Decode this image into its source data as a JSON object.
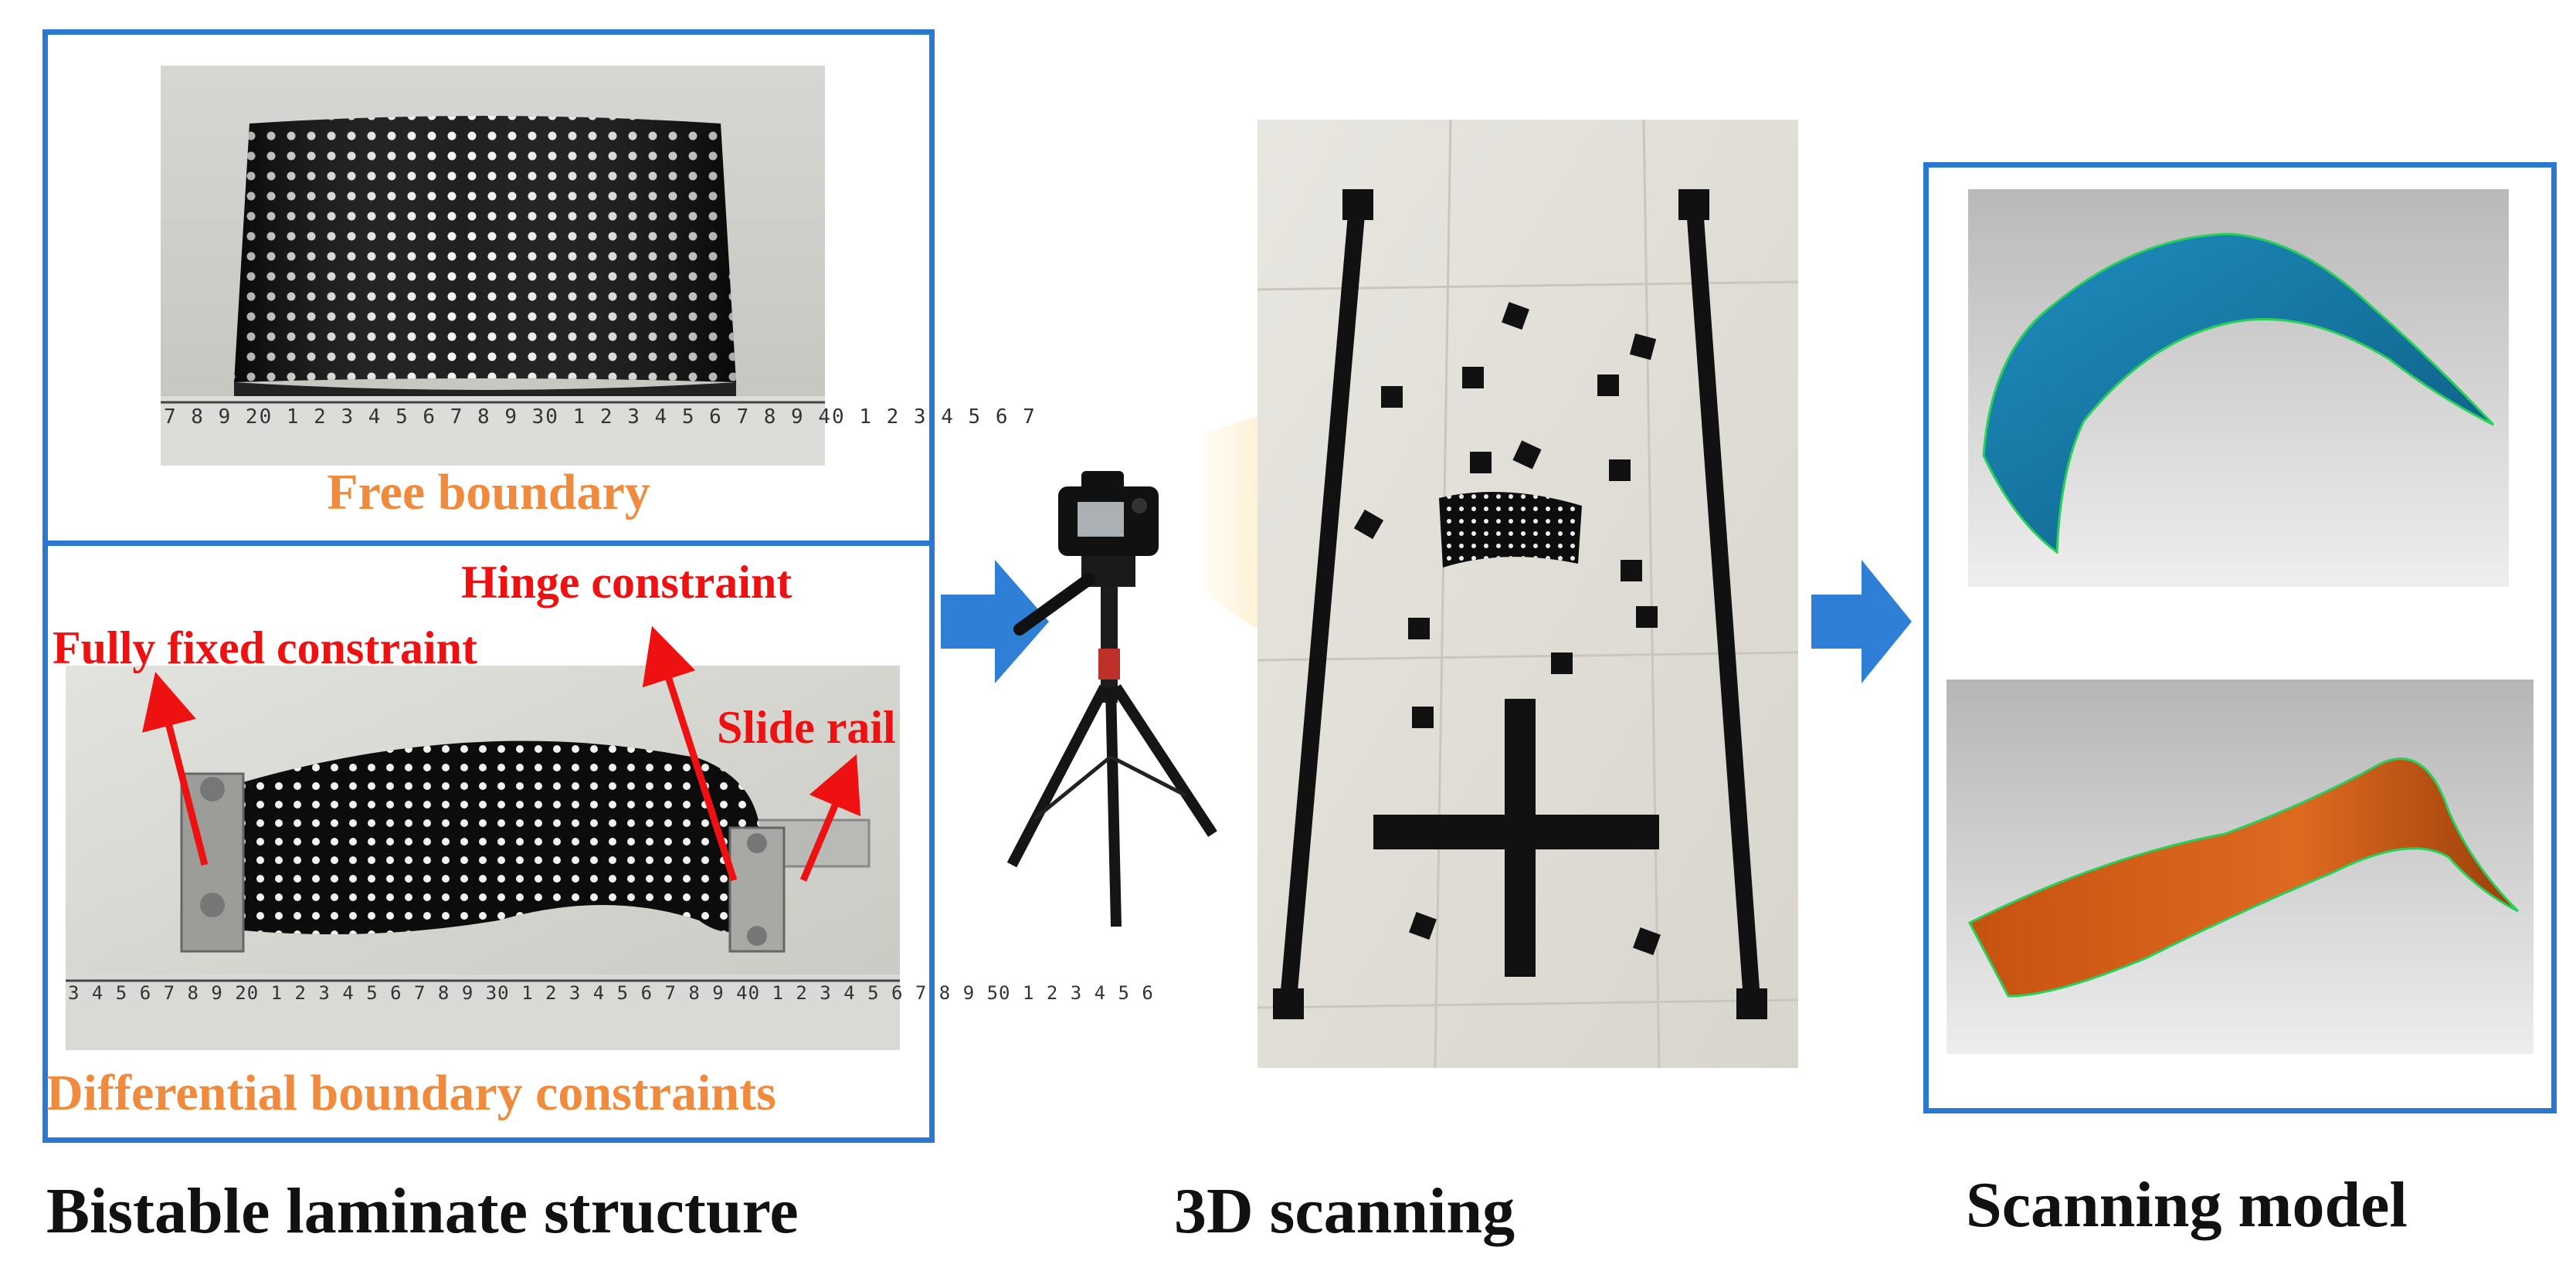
{
  "panels": {
    "laminate": {
      "caption": "Bistable laminate structure",
      "free_label": "Free boundary",
      "constraints_label": "Differential boundary constraints",
      "annotations": {
        "hinge": "Hinge constraint",
        "fixed": "Fully fixed constraint",
        "slide": "Slide rail"
      },
      "ruler_top": "7 8 9 20 1 2 3 4 5 6 7 8 9 30 1 2 3 4 5 6 7 8 9 40 1 2 3 4 5 6 7",
      "ruler_bottom": "3 4 5 6 7 8 9 20 1 2 3 4 5 6 7 8 9 30 1 2 3 4 5 6 7 8 9 40 1 2 3 4 5 6 7 8 9 50 1 2 3 4 5 6"
    },
    "scanning": {
      "caption": "3D scanning"
    },
    "model": {
      "caption": "Scanning model"
    }
  },
  "colors": {
    "frame": "#2a78cf",
    "arrow": "#2f7fd6",
    "label_orange": "#f08a3c",
    "label_red": "#ee1111",
    "model_top": "#1a7fa8",
    "model_bottom": "#d4651a"
  }
}
